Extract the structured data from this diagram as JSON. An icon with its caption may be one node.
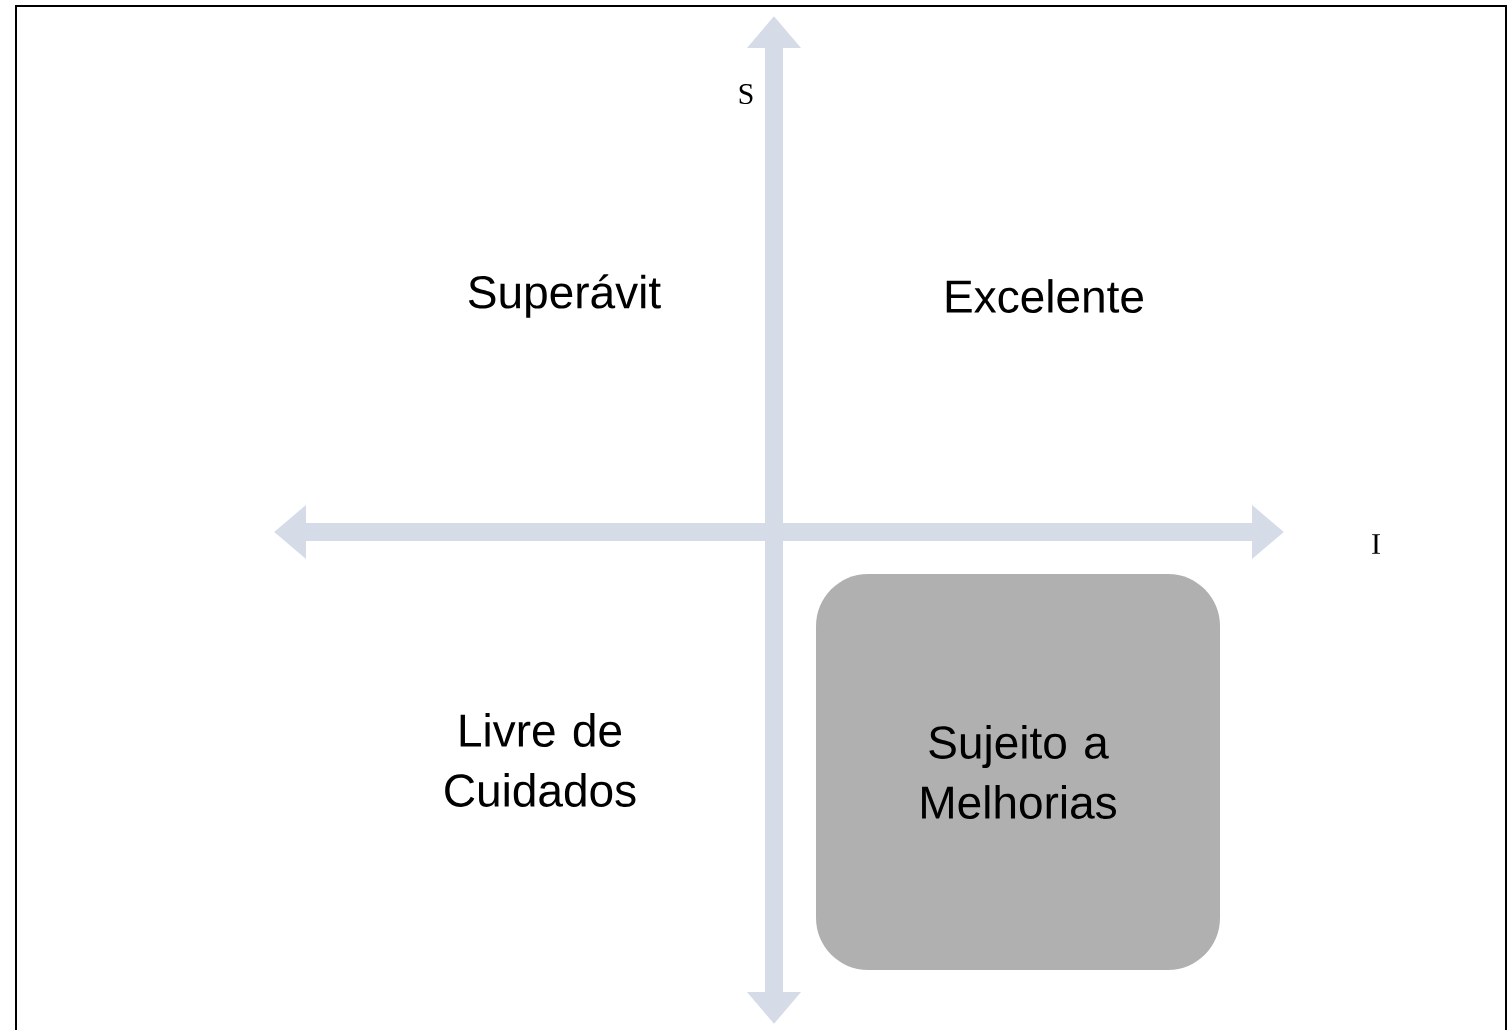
{
  "diagram": {
    "nodes": [
      {
        "text": [
          "Sujeito a Melhorias"
        ]
      }
    ],
    "labels": [
      "S",
      "Superávit",
      "Excelente",
      "I",
      "Livre de Cuidados"
    ]
  }
}
